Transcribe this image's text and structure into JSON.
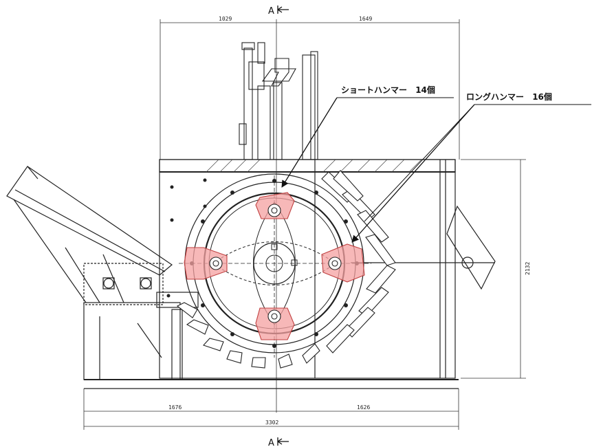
{
  "labels": {
    "short_hammer": "ショートハンマー",
    "short_hammer_count": "14個",
    "long_hammer": "ロングハンマー",
    "long_hammer_count": "16個"
  },
  "section_marks": {
    "top": "A",
    "bottom": "A"
  },
  "dimensions": {
    "top_left": "1029",
    "top_right": "1649",
    "bottom_left": "1676",
    "bottom_right": "1626",
    "bottom_total": "3302",
    "height_right": "2132"
  },
  "colors": {
    "line": "#222222",
    "highlight": "#f4a0a0",
    "background": "#ffffff"
  }
}
